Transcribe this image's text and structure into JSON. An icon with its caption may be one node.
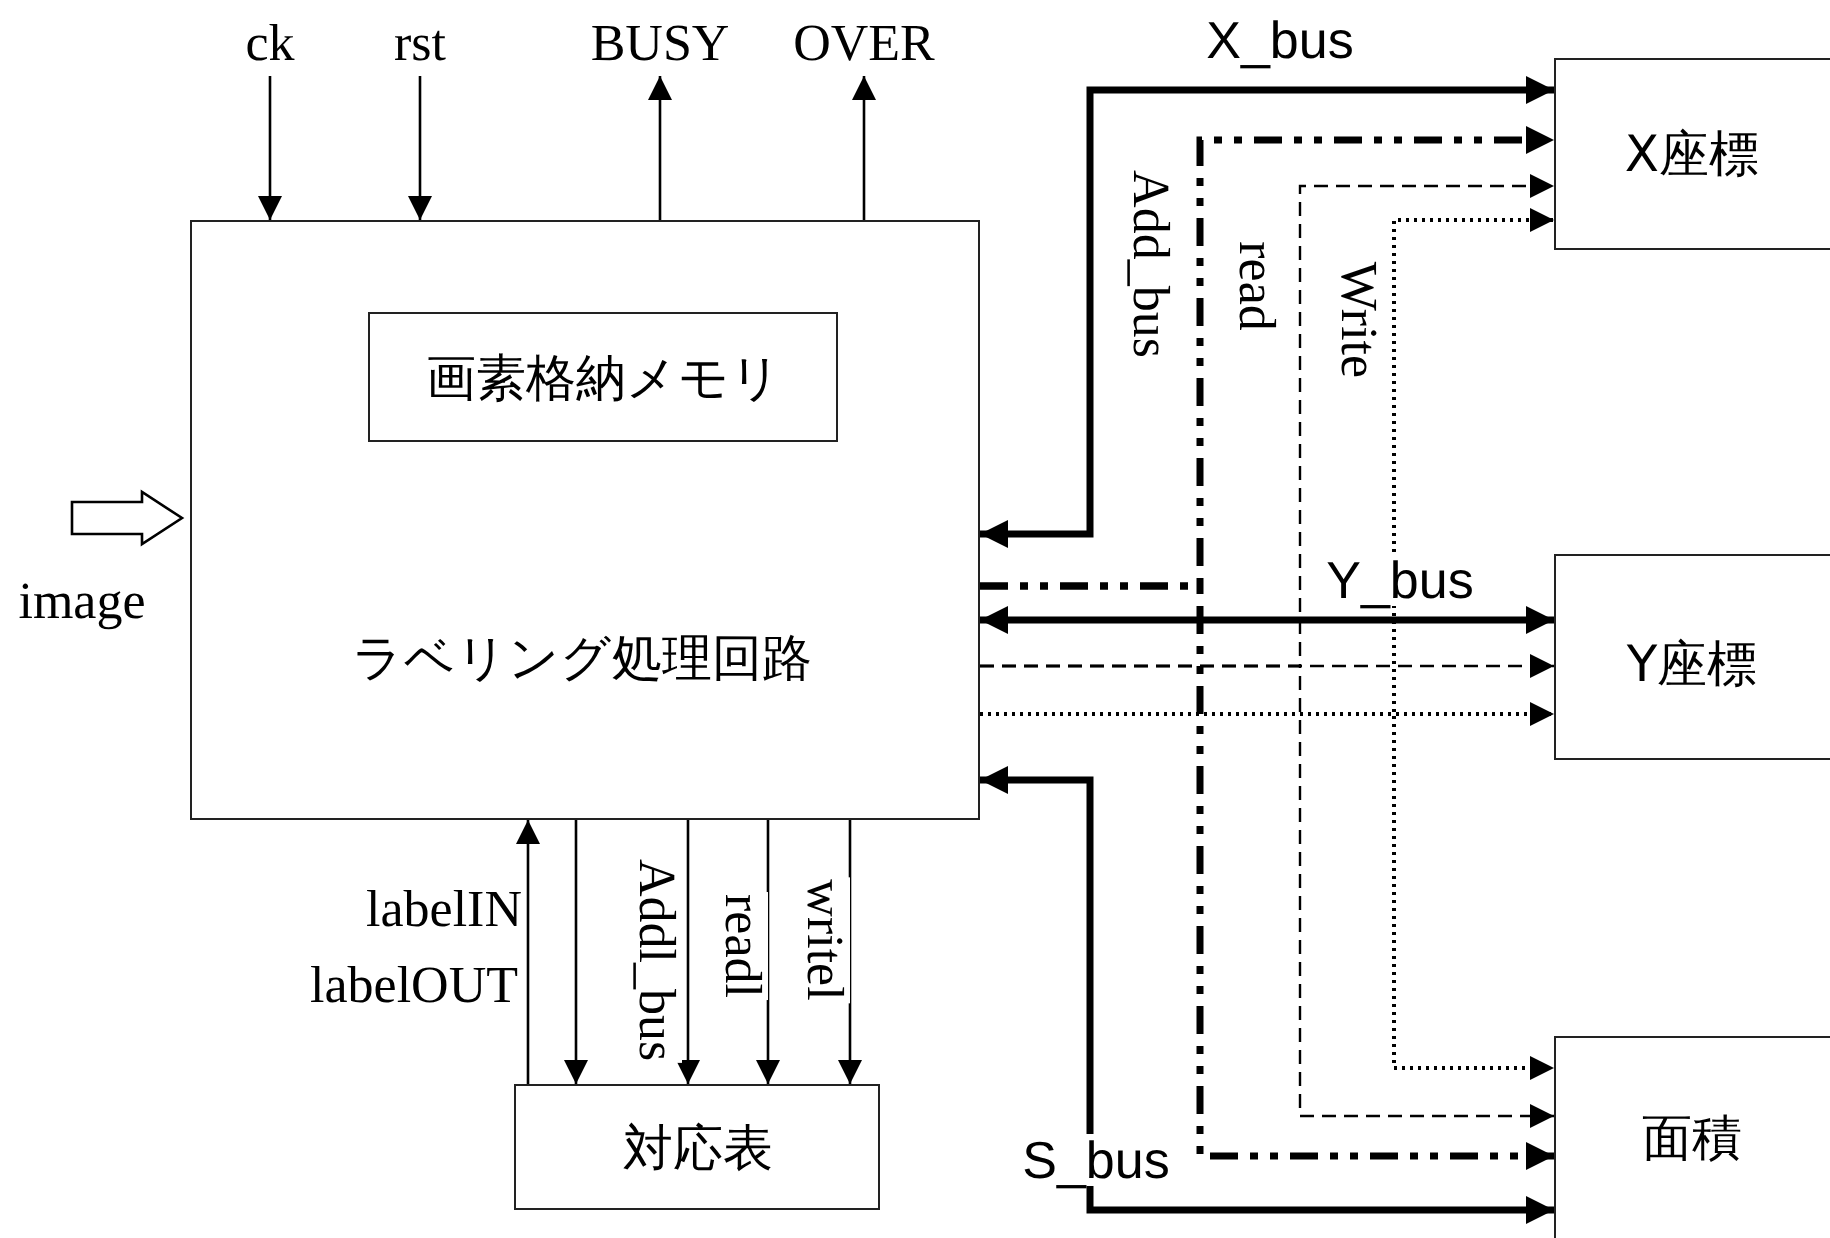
{
  "diagram": {
    "nodes": [
      {
        "text": [
          "ラベリング処理回路"
        ]
      },
      {
        "text": [
          "画素格納メモリ"
        ],
        "in": 0
      },
      {
        "text": [
          "X座標"
        ]
      },
      {
        "text": [
          "Y座標"
        ]
      },
      {
        "text": [
          "面積"
        ]
      },
      {
        "text": [
          "対応表"
        ]
      },
      {
        "text": [
          "ck"
        ]
      },
      {
        "text": [
          "rst"
        ]
      },
      {
        "text": [
          "BUSY"
        ]
      },
      {
        "text": [
          "OVER"
        ]
      },
      {
        "text": [
          "image"
        ]
      }
    ],
    "edges": [
      {
        "from": 6,
        "to": 0,
        "arrow": "to"
      },
      {
        "from": 7,
        "to": 0,
        "arrow": "to"
      },
      {
        "from": 0,
        "to": 8,
        "arrow": "to"
      },
      {
        "from": 0,
        "to": 9,
        "arrow": "to"
      },
      {
        "from": 10,
        "to": 0,
        "arrow": "to"
      },
      {
        "from": 0,
        "to": 2,
        "arrow": "both",
        "style": "thick",
        "label": "X_bus"
      },
      {
        "from": 0,
        "to": 3,
        "arrow": "both",
        "style": "thick",
        "label": "Y_bus"
      },
      {
        "from": 0,
        "to": 4,
        "arrow": "both",
        "style": "thick",
        "label": "S_bus"
      },
      {
        "from": 0,
        "to": 2,
        "arrow": "to",
        "style": "dashed",
        "label": "Add_bus"
      },
      {
        "from": 0,
        "to": 4,
        "arrow": "to",
        "style": "dashed"
      },
      {
        "from": 0,
        "to": 2,
        "arrow": "to",
        "style": "dashed",
        "label": "read"
      },
      {
        "from": 0,
        "to": 3,
        "arrow": "to",
        "style": "dashed"
      },
      {
        "from": 0,
        "to": 4,
        "arrow": "to",
        "style": "dashed"
      },
      {
        "from": 0,
        "to": 2,
        "arrow": "to",
        "style": "dashed",
        "label": "Write"
      },
      {
        "from": 0,
        "to": 3,
        "arrow": "to",
        "style": "dashed"
      },
      {
        "from": 0,
        "to": 4,
        "arrow": "to",
        "style": "dashed"
      },
      {
        "from": 5,
        "to": 0,
        "arrow": "to",
        "label": "labelIN"
      },
      {
        "from": 0,
        "to": 5,
        "arrow": "to",
        "label": "labelOUT"
      },
      {
        "from": 0,
        "to": 5,
        "arrow": "to",
        "label": "Addl_bus"
      },
      {
        "from": 0,
        "to": 5,
        "arrow": "to",
        "label": "readl"
      },
      {
        "from": 0,
        "to": 5,
        "arrow": "to",
        "label": "writel"
      }
    ]
  }
}
